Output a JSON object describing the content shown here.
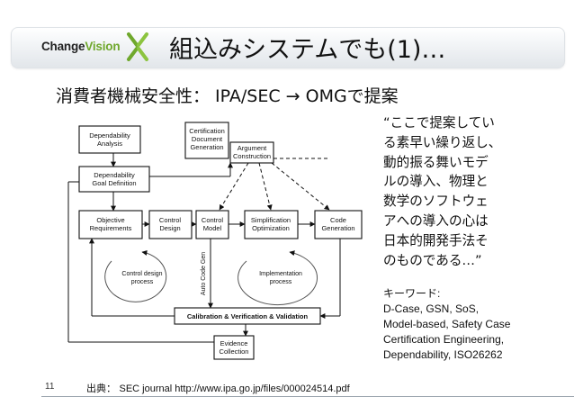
{
  "header": {
    "logo": {
      "prefix": "Change",
      "suffix": "Vision"
    },
    "title": "組込みシステムでも(1)…"
  },
  "subtitle": "消費者機械安全性： IPA/SEC → OMGで提案",
  "diagram": {
    "boxes": {
      "dep_analysis": [
        "Dependability",
        "Analysis"
      ],
      "cert_doc": [
        "Certification",
        "Document",
        "Generation"
      ],
      "dep_goal": [
        "Dependability",
        "Goal Definition"
      ],
      "argument": [
        "Argument",
        "Construction"
      ],
      "objective": [
        "Objective",
        "Requirements"
      ],
      "control_design": [
        "Control",
        "Design"
      ],
      "control_model": [
        "Control",
        "Model"
      ],
      "simplification": [
        "Simplification",
        "Optimization"
      ],
      "code_gen": [
        "Code",
        "Generation"
      ],
      "calibration": [
        "Calibration & Verification & Validation"
      ],
      "evidence": [
        "Evidence",
        "Collection"
      ]
    },
    "loops": {
      "left": [
        "Control design",
        "process"
      ],
      "right": [
        "Implementation",
        "process"
      ]
    },
    "auto_code_gen": "Auto Code Gen"
  },
  "quote_lines": [
    "“ここで提案してい",
    "る素早い繰り返し、",
    "動的振る舞いモデ",
    "ルの導入、物理と",
    "数学のソフトウェ",
    "アへの導入の心は",
    "日本的開発手法そ",
    "のものである…”"
  ],
  "keywords": {
    "heading": "キーワード:",
    "lines": [
      "D-Case, GSN, SoS,",
      "Model-based, Safety Case",
      "Certification Engineering,",
      "Dependability, ISO26262"
    ]
  },
  "source": {
    "label": "出典：",
    "text": "SEC journal http://www.ipa.go.jp/files/000024514.pdf"
  },
  "page_number": "11",
  "colors": {
    "accent": "#6fa82c",
    "text": "#111111"
  }
}
